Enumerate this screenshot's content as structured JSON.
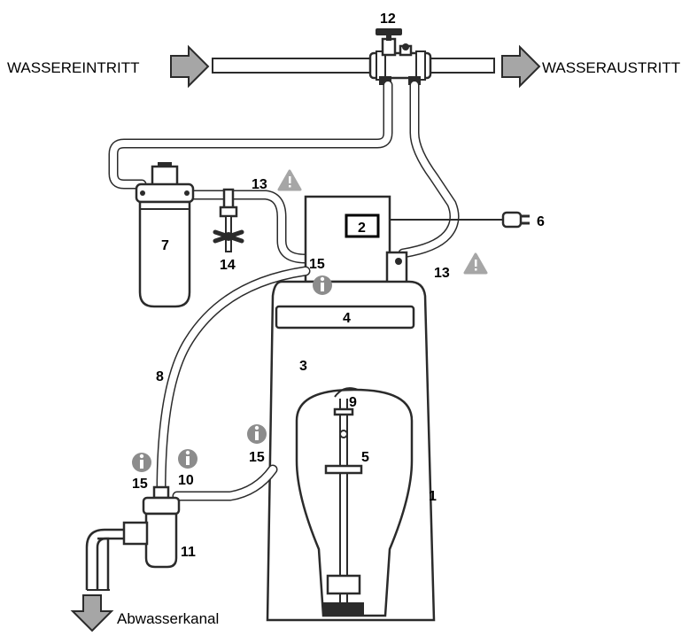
{
  "labels": {
    "water_inlet": "WASSEREINTRITT",
    "water_outlet": "WASSERAUSTRITT",
    "drain": "Abwasserkanal"
  },
  "numbers": {
    "n1": "1",
    "n2": "2",
    "n3": "3",
    "n4": "4",
    "n5": "5",
    "n6": "6",
    "n7": "7",
    "n8": "8",
    "n9": "9",
    "n10": "10",
    "n11": "11",
    "n12": "12",
    "n13a": "13",
    "n13b": "13",
    "n14": "14",
    "n15a": "15",
    "n15b": "15",
    "n15c": "15"
  },
  "icons": {
    "warning": "warning-triangle-icon",
    "info": "info-circle-icon",
    "arrow": "block-arrow-icon",
    "plug": "power-plug-icon"
  },
  "colors": {
    "line": "#2b2b2b",
    "arrow_fill": "#a6a6a6",
    "info_fill": "#8c8c8c",
    "warning_fill": "#a6a6a6"
  }
}
